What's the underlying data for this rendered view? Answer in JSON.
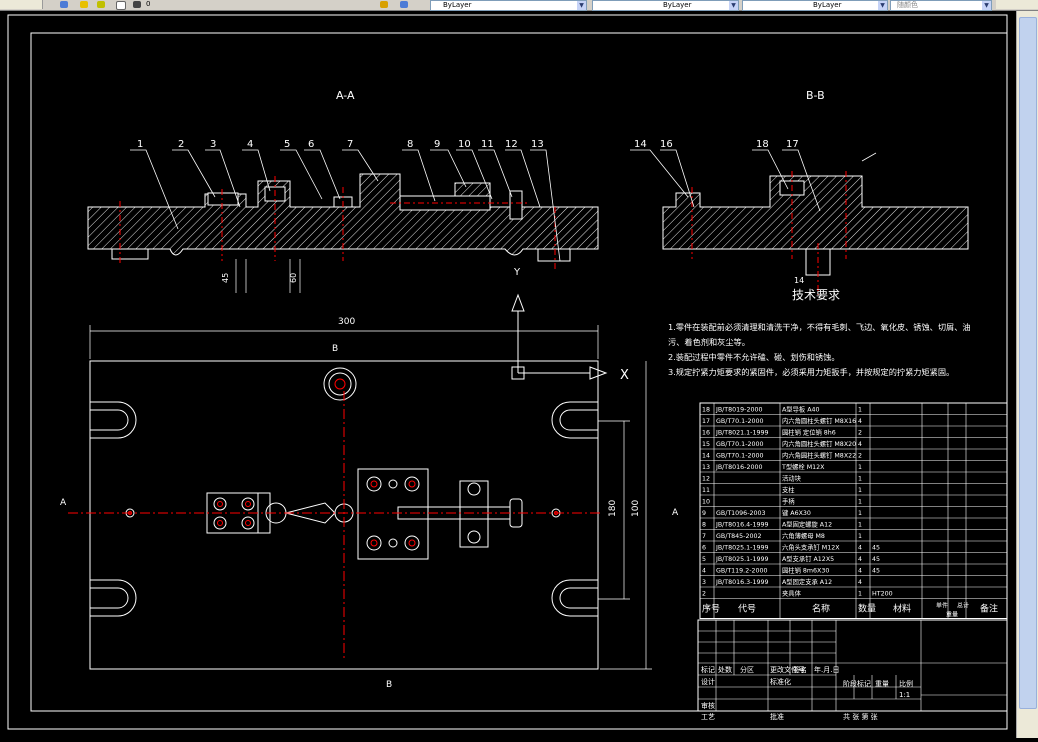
{
  "toolbar": {
    "layer_name": "0",
    "linetype_1": "ByLayer",
    "linetype_2": "ByLayer",
    "linetype_3": "ByLayer",
    "style_combo": "随颜色"
  },
  "drawing": {
    "view_a_label": "A-A",
    "view_b_label": "B-B",
    "part_numbers_a": [
      "1",
      "2",
      "3",
      "4",
      "5",
      "6",
      "7",
      "8",
      "9",
      "10",
      "11",
      "12",
      "13"
    ],
    "part_numbers_b": [
      "14",
      "16",
      "18",
      "17"
    ],
    "dim_length": "300",
    "dim_height_1": "180",
    "dim_height_2": "100",
    "dim_small_1": "45",
    "dim_small_2": "60",
    "dim_small_3": "14",
    "axis_x": "X",
    "axis_y": "Y",
    "section_a_left": "A",
    "section_a_right": "A",
    "section_b_top": "B",
    "section_b_bottom": "B"
  },
  "tech_requirements": {
    "title": "技术要求",
    "lines": [
      "1.零件在装配前必须清理和清洗干净，不得有毛刺、飞边、氧化皮、锈蚀、切屑、油",
      "污、着色剂和灰尘等。",
      "2.装配过程中零件不允许磕、碰、划伤和锈蚀。",
      "3.规定拧紧力矩要求的紧固件，必须采用力矩扳手，并按规定的拧紧力矩紧固。"
    ]
  },
  "bom": {
    "rows": [
      [
        "18",
        "JB/T8019-2000",
        "A型导板 A40",
        "1",
        "",
        ""
      ],
      [
        "17",
        "GB/T70.1-2000",
        "内六角圆柱头螺钉 M8X16",
        "4",
        "",
        ""
      ],
      [
        "16",
        "JB/T8021.1-1999",
        "圆柱销 定位销 8h6",
        "2",
        "",
        ""
      ],
      [
        "15",
        "GB/T70.1-2000",
        "内六角圆柱头螺钉 M8X20",
        "4",
        "",
        ""
      ],
      [
        "14",
        "GB/T70.1-2000",
        "内六角圆柱头螺钉 M8X22",
        "2",
        "",
        ""
      ],
      [
        "13",
        "JB/T8016-2000",
        "T型螺栓 M12X",
        "1",
        "",
        ""
      ],
      [
        "12",
        "",
        "活动块",
        "1",
        "",
        ""
      ],
      [
        "11",
        "",
        "支柱",
        "1",
        "",
        ""
      ],
      [
        "10",
        "",
        "手柄",
        "1",
        "",
        ""
      ],
      [
        "9",
        "GB/T1096-2003",
        "键 A6X30",
        "1",
        "",
        ""
      ],
      [
        "8",
        "JB/T8016.4-1999",
        "A型固定螺旋 A12",
        "1",
        "",
        ""
      ],
      [
        "7",
        "GB/T845-2002",
        "六角薄螺母 M8",
        "1",
        "",
        ""
      ],
      [
        "6",
        "JB/T8025.1-1999",
        "六角头支承钉 M12X",
        "4",
        "45",
        ""
      ],
      [
        "5",
        "JB/T8025.1-1999",
        "A型支承钉 A12X5",
        "4",
        "45",
        ""
      ],
      [
        "4",
        "GB/T119.2-2000",
        "圆柱销 8m6X30",
        "4",
        "45",
        ""
      ],
      [
        "3",
        "JB/T8016.3-1999",
        "A型固定支承 A12",
        "4",
        "",
        ""
      ],
      [
        "2",
        "",
        "夹具体",
        "1",
        "HT200",
        ""
      ]
    ],
    "header": {
      "seq": "序号",
      "code": "代号",
      "name": "名称",
      "qty": "数量",
      "material": "材料",
      "single": "单件",
      "total": "总计",
      "weight": "重量",
      "remark": "备注"
    }
  },
  "title_block": {
    "mark": "标记",
    "count": "处数",
    "zone": "分区",
    "change_doc": "更改文件号",
    "sign": "签名",
    "date": "年.月.日",
    "design": "设计",
    "standard": "标准化",
    "stage_mark": "阶段标记",
    "weight": "重量",
    "scale": "比例",
    "scale_value": "1:1",
    "review": "审核",
    "process": "工艺",
    "approve": "批准",
    "sheets": "共 张 第 张"
  },
  "colors": {
    "cad_bg": "#000000",
    "outline": "#ffffff",
    "centerline": "#ff0000",
    "ui_bg": "#d4d0c8"
  }
}
